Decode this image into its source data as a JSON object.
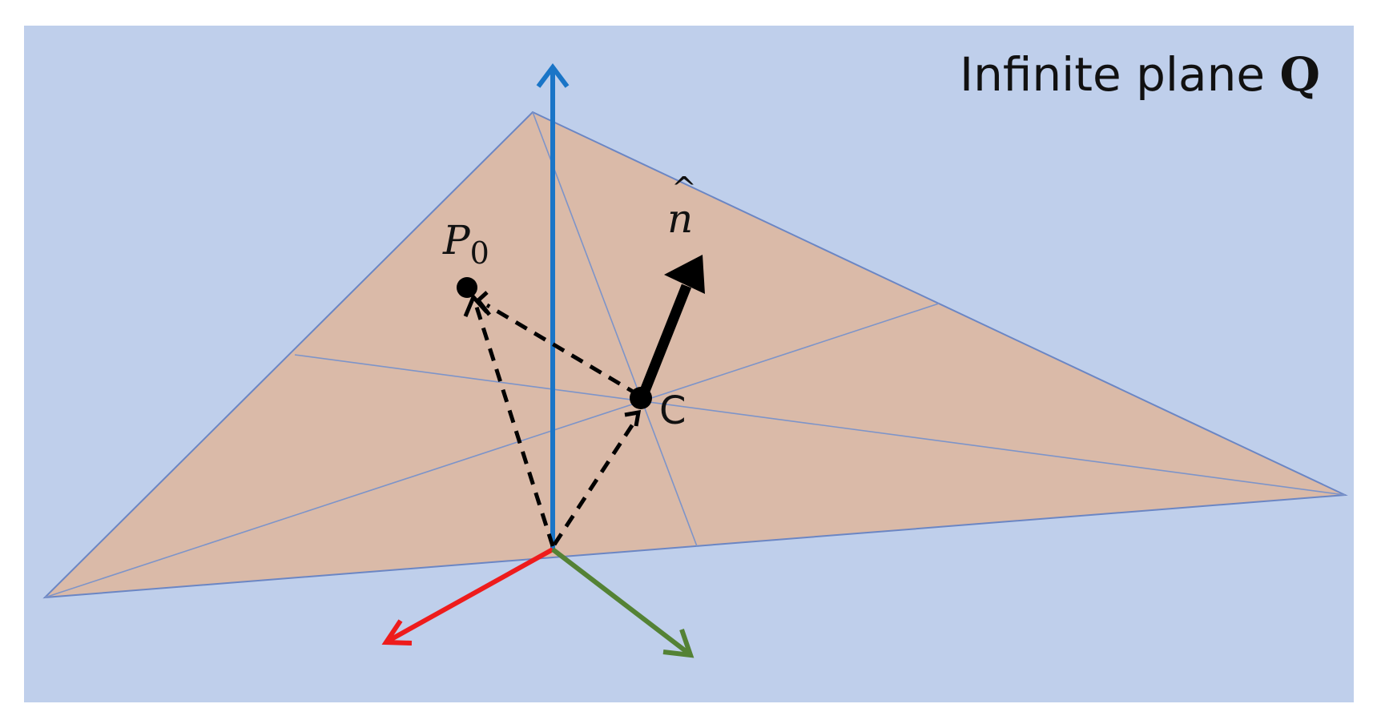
{
  "title": {
    "text": "Infinite plane ",
    "symbol": "Q"
  },
  "labels": {
    "p0_letter": "P",
    "p0_subscript": "0",
    "normal_letter": "n",
    "normal_hat": "^",
    "centroid": "C"
  },
  "colors": {
    "background_plane": "#bfcfeb",
    "triangle_fill": "#dabaa8",
    "triangle_edge": "#6b86c4",
    "median_line": "#7d94c9",
    "axis_up": "#1a75c7",
    "axis_left": "#ee1c1c",
    "axis_right": "#548235",
    "vectors": "#000000"
  }
}
